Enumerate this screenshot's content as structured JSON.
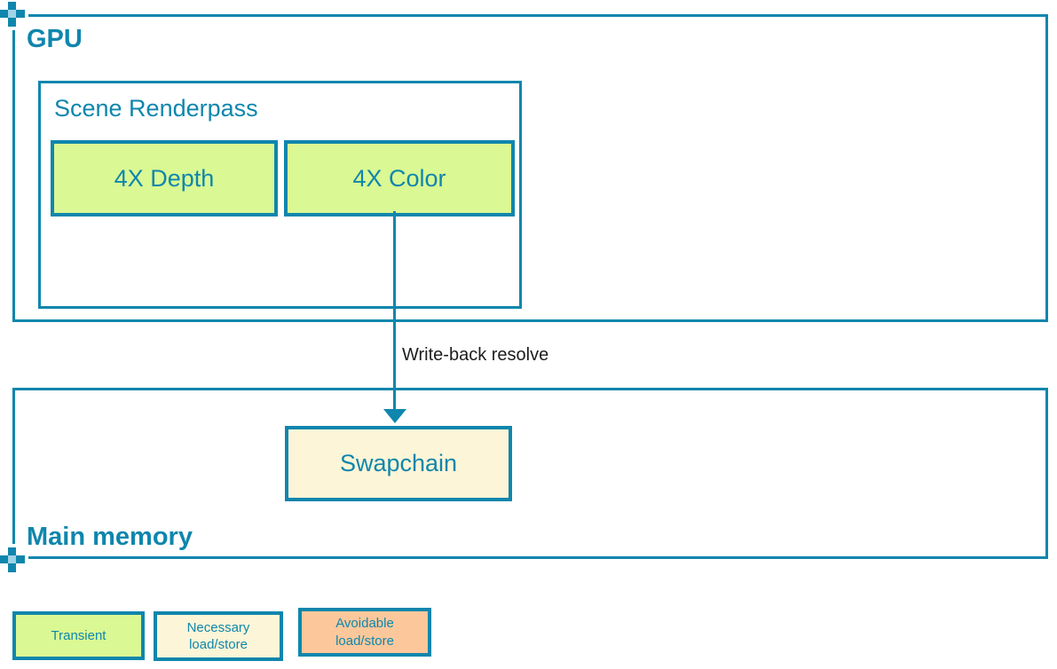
{
  "colors": {
    "teal": "#0f86ad",
    "transient_green": "#daf893",
    "necessary_cream": "#fdf5d7",
    "avoidable_orange": "#fcc89b",
    "arrow_label_dark": "#1d1d1d",
    "cross_center_light": "#9fd3e6"
  },
  "diagram": {
    "gpu_label": "GPU",
    "scene_renderpass_label": "Scene Renderpass",
    "depth_label": "4X Depth",
    "color_label": "4X Color",
    "arrow_label": "Write-back resolve",
    "swapchain_label": "Swapchain",
    "main_memory_label": "Main memory"
  },
  "legend": {
    "items": [
      {
        "label": "Transient",
        "fill": "#daf893"
      },
      {
        "label": "Necessary load/store",
        "fill": "#fdf5d7"
      },
      {
        "label": "Avoidable load/store",
        "fill": "#fcc89b"
      }
    ]
  }
}
